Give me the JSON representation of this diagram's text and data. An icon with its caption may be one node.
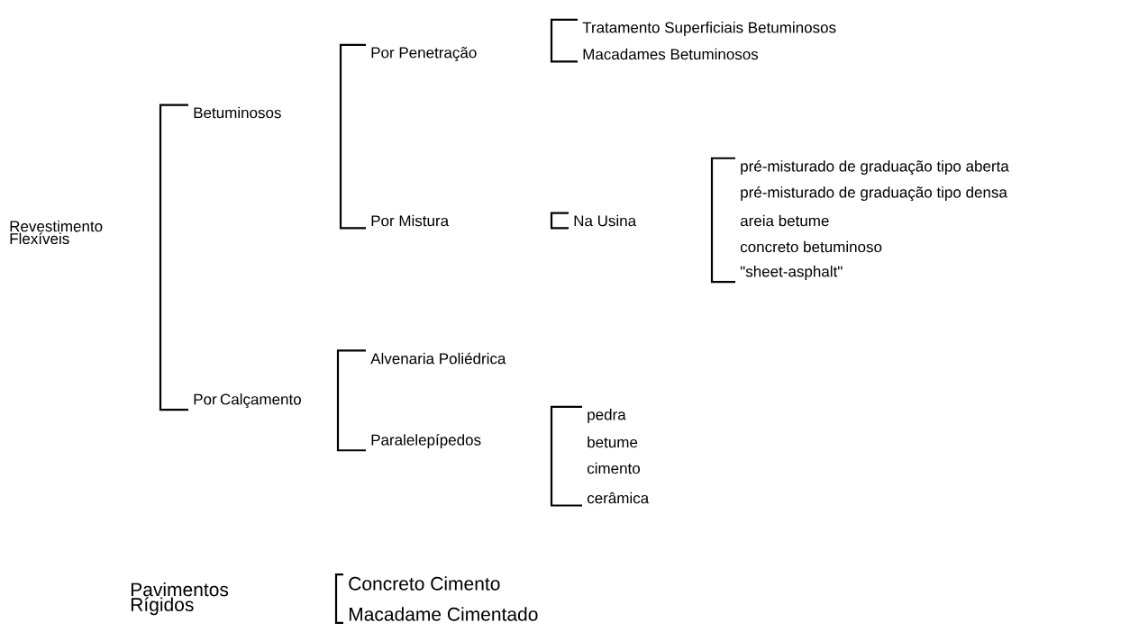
{
  "diagram": {
    "nodes": [
      {
        "text": [
          "Revestimento Flexíveis"
        ]
      },
      {
        "text": [
          "Betuminosos"
        ]
      },
      {
        "text": [
          "Por Calçamento"
        ]
      },
      {
        "text": [
          "Por Penetração"
        ]
      },
      {
        "text": [
          "Por Mistura"
        ]
      },
      {
        "text": [
          "Tratamento Superficiais Betuminosos"
        ]
      },
      {
        "text": [
          "Macadames Betuminosos"
        ]
      },
      {
        "text": [
          "Na Usina"
        ]
      },
      {
        "text": [
          "pré-misturado de graduação tipo aberta"
        ]
      },
      {
        "text": [
          "pré-misturado de graduação tipo densa"
        ]
      },
      {
        "text": [
          "areia betume"
        ]
      },
      {
        "text": [
          "concreto betuminoso"
        ]
      },
      {
        "text": [
          "\"sheet-asphalt\""
        ]
      },
      {
        "text": [
          "Alvenaria Poliédrica"
        ]
      },
      {
        "text": [
          "Paralelepípedos"
        ]
      },
      {
        "text": [
          "pedra"
        ]
      },
      {
        "text": [
          "betume"
        ]
      },
      {
        "text": [
          "cimento"
        ]
      },
      {
        "text": [
          "cerâmica"
        ]
      },
      {
        "text": [
          "Pavimentos Rígidos"
        ]
      },
      {
        "text": [
          "Concreto Cimento"
        ]
      },
      {
        "text": [
          "Macadame Cimentado"
        ]
      }
    ]
  }
}
